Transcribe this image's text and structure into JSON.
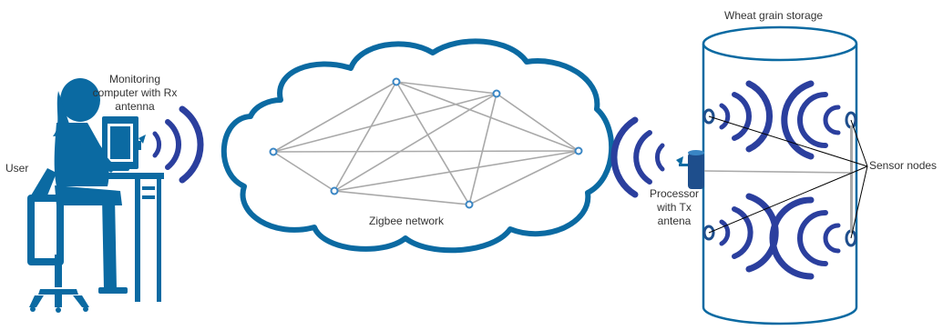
{
  "labels": {
    "user": "User",
    "monitoring_line1": "Monitoring",
    "monitoring_line2": "computer with Rx",
    "monitoring_line3": "antenna",
    "network": "Zigbee network",
    "processor_line1": "Processor",
    "processor_line2": "with Tx",
    "processor_line3": "antena",
    "storage": "Wheat grain storage",
    "sensors": "Sensor nodes"
  },
  "colors": {
    "primary_blue": "#0b6aa2",
    "dark_blue": "#1e4e8c",
    "signal_blue": "#2b3f9e",
    "mesh_gray": "#a9a9a9",
    "text": "#333333"
  },
  "icons": {
    "user": "person-at-computer-icon",
    "node": "network-node-icon",
    "sensor": "sensor-node-icon",
    "processor": "processor-icon",
    "waves": "wireless-signal-icon"
  }
}
